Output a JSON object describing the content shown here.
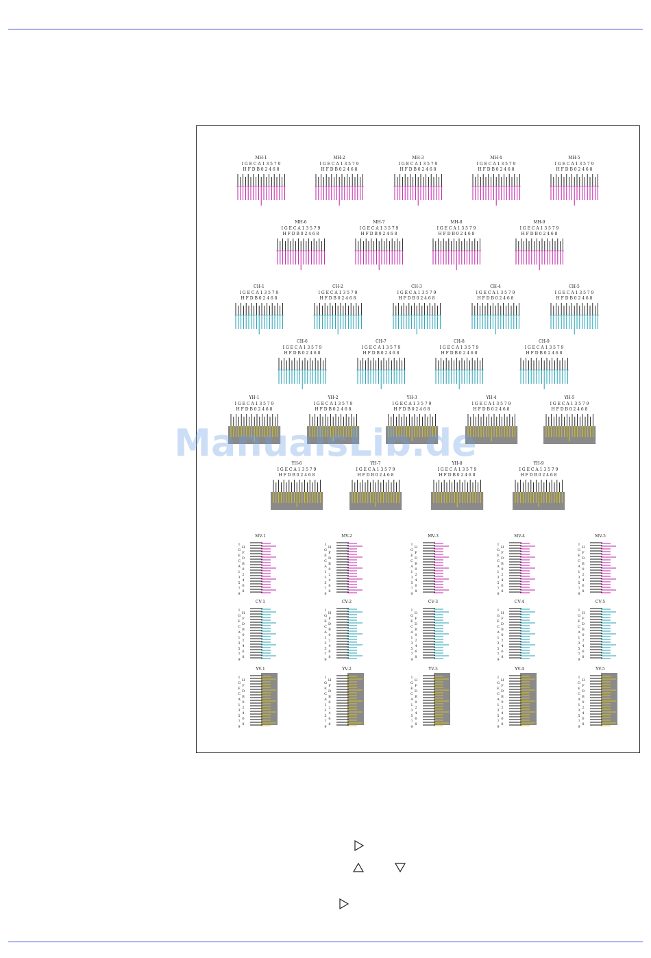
{
  "document": {
    "watermark": "ManualsLib.de",
    "colors": {
      "rule": "#3d4ed8",
      "magenta": "#c01fa8",
      "cyan": "#1e9fb3",
      "yellow": "#d8c21e",
      "gray": "#8a8a8a",
      "black": "#111111"
    },
    "chart": {
      "row_top": "I G E C A 1 3 5 7 9",
      "row_bottom": "H F D B 0 2 4 6 8",
      "vertical_letters": [
        "I",
        "H",
        "G",
        "F",
        "E",
        "D",
        "C",
        "B",
        "A",
        "0",
        "1",
        "2",
        "3",
        "4",
        "5",
        "6",
        "7",
        "8",
        "9"
      ],
      "groups": [
        {
          "kind": "h",
          "color": "magenta",
          "labels": [
            "MH-1",
            "MH-2",
            "MH-3",
            "MH-4",
            "MH-5"
          ]
        },
        {
          "kind": "h",
          "color": "magenta",
          "labels": [
            "MH-6",
            "MH-7",
            "MH-8",
            "MH-9"
          ]
        },
        {
          "kind": "h",
          "color": "cyan",
          "labels": [
            "CH-1",
            "CH-2",
            "CH-3",
            "CH-4",
            "CH-5"
          ]
        },
        {
          "kind": "h",
          "color": "cyan",
          "labels": [
            "CH-6",
            "CH-7",
            "CH-8",
            "CH-9"
          ]
        },
        {
          "kind": "h",
          "color": "yellow",
          "labels": [
            "YH-1",
            "YH-2",
            "YH-3",
            "YH-4",
            "YH-5"
          ]
        },
        {
          "kind": "h",
          "color": "yellow",
          "labels": [
            "YH-6",
            "YH-7",
            "YH-8",
            "YH-9"
          ]
        },
        {
          "kind": "v",
          "color": "magenta",
          "labels": [
            "MV-1",
            "MV-2",
            "MV-3",
            "MV-4",
            "MV-5"
          ]
        },
        {
          "kind": "v",
          "color": "cyan",
          "labels": [
            "CV-1",
            "CV-2",
            "CV-3",
            "CV-4",
            "CV-5"
          ]
        },
        {
          "kind": "v",
          "color": "yellow",
          "labels": [
            "YV-1",
            "YV-2",
            "YV-3",
            "YV-4",
            "YV-5"
          ]
        }
      ]
    },
    "nav_icons": [
      "right-triangle-icon",
      "up-triangle-icon",
      "down-triangle-icon",
      "right-triangle-icon"
    ]
  }
}
